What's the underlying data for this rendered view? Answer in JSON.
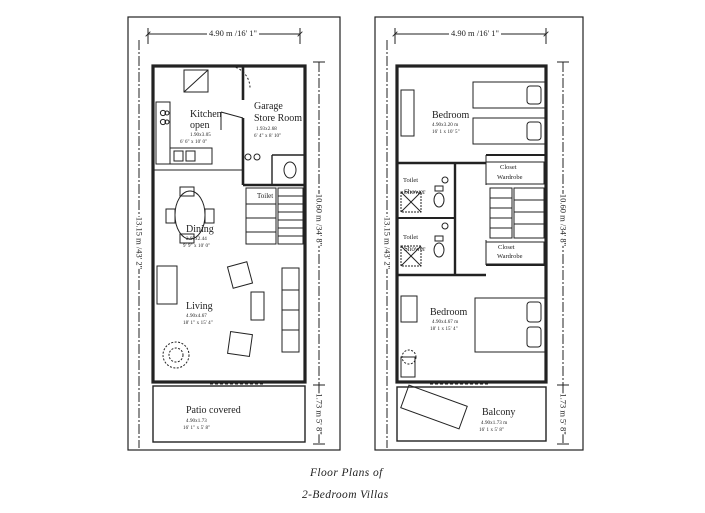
{
  "caption": {
    "line1": "Floor Plans of",
    "line2": "2-Bedroom Villas"
  },
  "ground_floor": {
    "overall_width": "4.90 m /16' 1\"",
    "overall_length": "13.15 m /43' 2\"",
    "interior_length": "10.60 m /34' 8\"",
    "patio_length": "1.73 m 5' 8\"",
    "kitchen": {
      "name": [
        "Kitchen",
        "open"
      ],
      "dim_m": "1.90x3.05",
      "dim_ft": "6' 6\" x 10' 0\""
    },
    "garage": {
      "name": [
        "Garage",
        "Store Room"
      ],
      "dim_m": "1.93x2.68",
      "dim_ft": "6' 4\" x 8' 10\""
    },
    "toilet": "Toilet",
    "dining": {
      "name": "Dining",
      "dim_m": "2.97x2.44",
      "dim_ft": "9' 9\" x 10' 0\""
    },
    "living": {
      "name": "Living",
      "dim_m": "4.90x4.67",
      "dim_ft": "18' 1\" x 15' 4\""
    },
    "patio": {
      "name": "Patio covered",
      "dim_m": "4.90x1.73",
      "dim_ft": "16' 1\" x 5' 8\""
    }
  },
  "upper_floor": {
    "overall_width": "4.90 m /16' 1\"",
    "overall_length": "13.15 m /43' 2\"",
    "interior_length": "10.60 m /34' 8\"",
    "balcony_length": "1.73 m 5' 8\"",
    "bedroom1": {
      "name": "Bedroom",
      "dim_m": "4.90x3.20 m",
      "dim_ft": "16' 1 x 10' 5\""
    },
    "bedroom2": {
      "name": "Bedroom",
      "dim_m": "4.90x4.67 m",
      "dim_ft": "18' 1 x 15' 4\""
    },
    "bath1": [
      "Toilet",
      "Shower"
    ],
    "bath2": [
      "Toilet",
      "Shower"
    ],
    "closet1": [
      "Closet",
      "Wardrobe"
    ],
    "closet2": [
      "Closet",
      "Wardrobe"
    ],
    "balcony": {
      "name": "Balcony",
      "dim_m": "4.90x1.73 m",
      "dim_ft": "16' 1 x 5' 8\""
    }
  }
}
